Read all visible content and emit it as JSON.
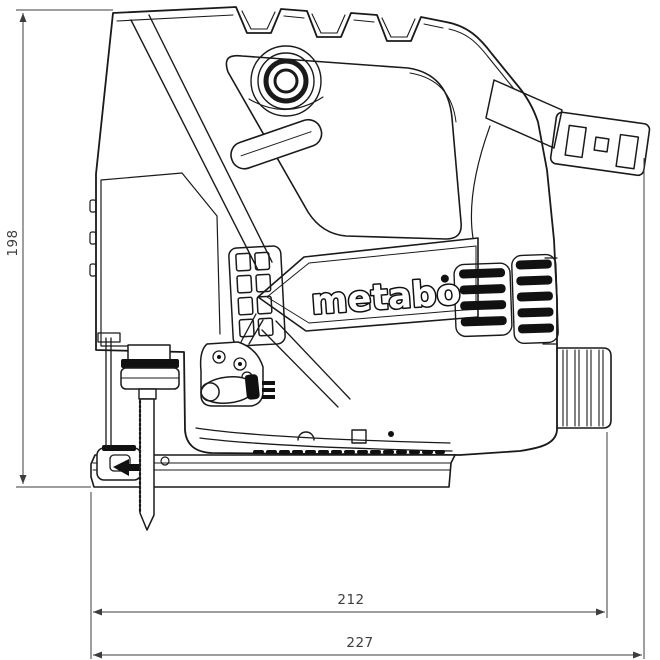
{
  "title": "Jigsaw technical side-view dimensional drawing",
  "logo": {
    "text": "metabo"
  },
  "dimensions": {
    "height": {
      "value": "198",
      "orientation": "vertical"
    },
    "body_length": {
      "value": "212",
      "orientation": "horizontal"
    },
    "overall_length": {
      "value": "227",
      "orientation": "horizontal"
    }
  },
  "icons": {
    "direction_arrow": "left-arrow-on-base-plate",
    "speed_dial": "concentric-dial-knob"
  },
  "colors": {
    "outline": "#1a1a1a",
    "dark_fill": "#111111",
    "dimension_lines": "#3d3d3d",
    "background": "#ffffff"
  }
}
